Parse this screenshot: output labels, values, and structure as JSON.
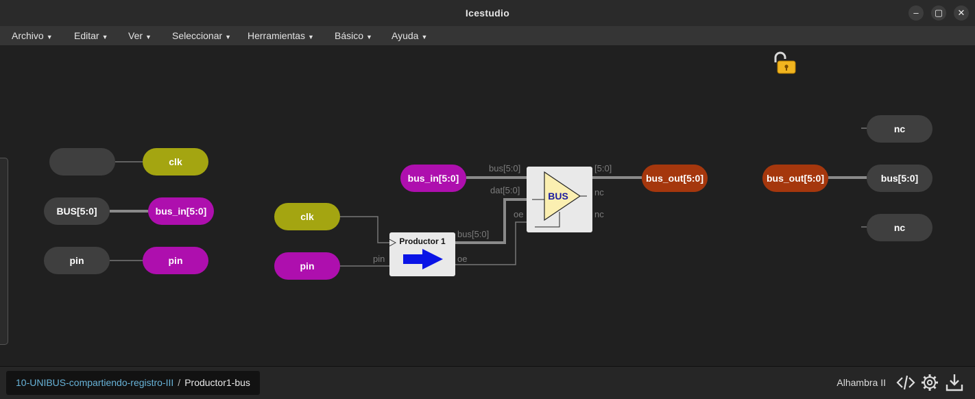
{
  "window": {
    "title": "Icestudio"
  },
  "menu": [
    {
      "label": "Archivo"
    },
    {
      "label": "Editar"
    },
    {
      "label": "Ver"
    },
    {
      "label": "Seleccionar"
    },
    {
      "label": "Herramientas"
    },
    {
      "label": "Básico"
    },
    {
      "label": "Ayuda"
    }
  ],
  "left_group": {
    "empty_label": "",
    "clk_label": "clk",
    "bus_input": "BUS[5:0]",
    "bus_in_label": "bus_in[5:0]",
    "pin_input": "pin",
    "pin_label": "pin"
  },
  "middle_group": {
    "clk_label": "clk",
    "pin_label": "pin",
    "bus_in_label": "bus_in[5:0]",
    "productor": {
      "title": "Productor 1",
      "port_pin": "pin",
      "port_bus": "bus[5:0]",
      "port_oe": "oe"
    },
    "bus_block": {
      "title": "BUS",
      "port_bus_in": "bus[5:0]",
      "port_dat": "dat[5:0]",
      "port_oe": "oe",
      "port_out": "[5:0]",
      "port_nc1": "nc",
      "port_nc2": "nc"
    },
    "bus_out_label": "bus_out[5:0]"
  },
  "right_group": {
    "bus_out_label": "bus_out[5:0]",
    "nc_top": "nc",
    "bus_output": "bus[5:0]",
    "nc_bottom": "nc"
  },
  "statusbar": {
    "breadcrumb_parent": "10-UNIBUS-compartiendo-registro-III",
    "breadcrumb_sep": "/",
    "breadcrumb_current": "Productor1-bus",
    "board": "Alhambra II"
  },
  "colors": {
    "olive": "#a4a511",
    "magenta": "#ae0fae",
    "orange": "#a5370d",
    "gray": "#3f3f3f",
    "link": "#68b3d8"
  },
  "icons": [
    "minimize-icon",
    "maximize-icon",
    "close-icon",
    "unlock-icon",
    "code-icon",
    "gear-icon",
    "download-icon"
  ]
}
